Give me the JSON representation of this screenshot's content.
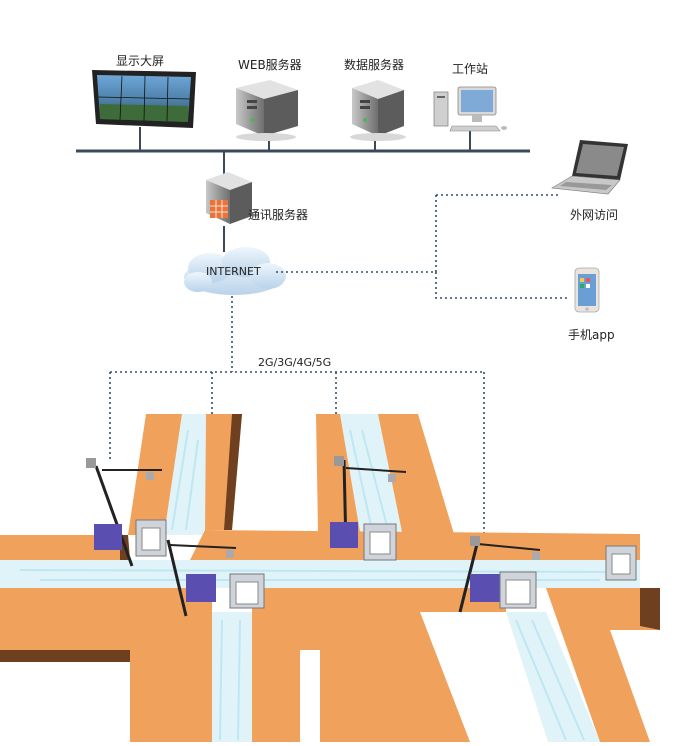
{
  "labels": {
    "display_wall": "显示大屏",
    "web_server": "WEB服务器",
    "data_server": "数据服务器",
    "workstation": "工作站",
    "comm_server": "通讯服务器",
    "internet": "INTERNET",
    "external_access": "外网访问",
    "mobile_app": "手机app",
    "network": "2G/3G/4G/5G"
  },
  "colors": {
    "canal_bank": "#f0a25c",
    "canal_bank_shadow": "#6e4020",
    "water": "#dff3f8",
    "network_line": "#3b4a5a",
    "dotted_link": "#2f4f6f",
    "gate_box": "#5a4fb0",
    "cloud": "#d6e8f7"
  }
}
